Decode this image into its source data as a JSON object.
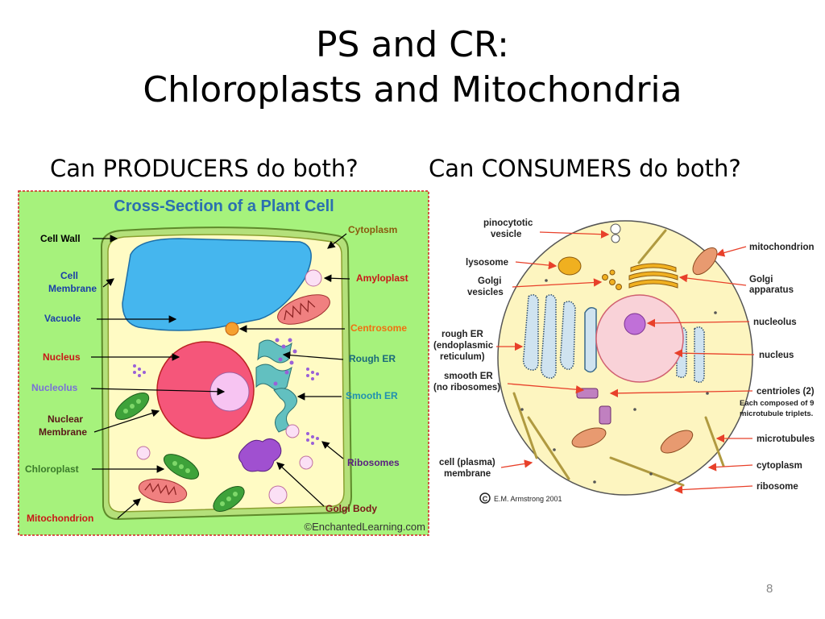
{
  "slide": {
    "title_line1": "PS and CR:",
    "title_line2": "Chloroplasts and Mitochondria",
    "question_left": "Can PRODUCERS do both?",
    "question_right": "Can CONSUMERS do both?",
    "slide_number": "8"
  },
  "plant_cell": {
    "heading": "Cross-Section of a Plant Cell",
    "credit": "©EnchantedLearning.com",
    "labels": {
      "cell_wall": "Cell Wall",
      "cell_membrane_1": "Cell",
      "cell_membrane_2": "Membrane",
      "vacuole": "Vacuole",
      "nucleus": "Nucleus",
      "nucleolus": "Nucleolus",
      "nuclear_membrane_1": "Nuclear",
      "nuclear_membrane_2": "Membrane",
      "chloroplast": "Chloroplast",
      "mitochondrion": "Mitochondrion",
      "cytoplasm": "Cytoplasm",
      "amyloplast": "Amyloplast",
      "centrosome": "Centrosome",
      "rough_er": "Rough ER",
      "smooth_er": "Smooth ER",
      "ribosomes": "Ribosomes",
      "golgi_body": "Golgi Body"
    },
    "colors": {
      "background": "#a6f27c",
      "cytoplasm": "#fffbc4",
      "vacuole": "#45b6ee",
      "nucleus": "#f5567a",
      "nucleolus": "#f7c4f2",
      "chloroplast": "#3ea23a",
      "mitochondrion": "#f08080",
      "golgi": "#a050d0"
    }
  },
  "animal_cell": {
    "credit": "E.M. Armstrong 2001",
    "labels": {
      "pinocytotic_1": "pinocytotic",
      "pinocytotic_2": "vesicle",
      "lysosome": "lysosome",
      "golgi_vesicles_1": "Golgi",
      "golgi_vesicles_2": "vesicles",
      "rough_er_1": "rough ER",
      "rough_er_2": "(endoplasmic",
      "rough_er_3": "reticulum)",
      "smooth_er_1": "smooth ER",
      "smooth_er_2": "(no ribosomes)",
      "cell_membrane_1": "cell (plasma)",
      "cell_membrane_2": "membrane",
      "mitochondrion": "mitochondrion",
      "golgi_apparatus_1": "Golgi",
      "golgi_apparatus_2": "apparatus",
      "nucleolus": "nucleolus",
      "nucleus": "nucleus",
      "centrioles": "centrioles (2)",
      "centrioles_note_1": "Each composed of 9",
      "centrioles_note_2": "microtubule triplets.",
      "microtubules": "microtubules",
      "cytoplasm": "cytoplasm",
      "ribosome": "ribosome"
    },
    "colors": {
      "cell": "#fdf5c0",
      "nucleus": "#f9d2d8",
      "nucleolus": "#c070d8",
      "er": "#cfe3f0",
      "arrow": "#e8402a"
    }
  }
}
